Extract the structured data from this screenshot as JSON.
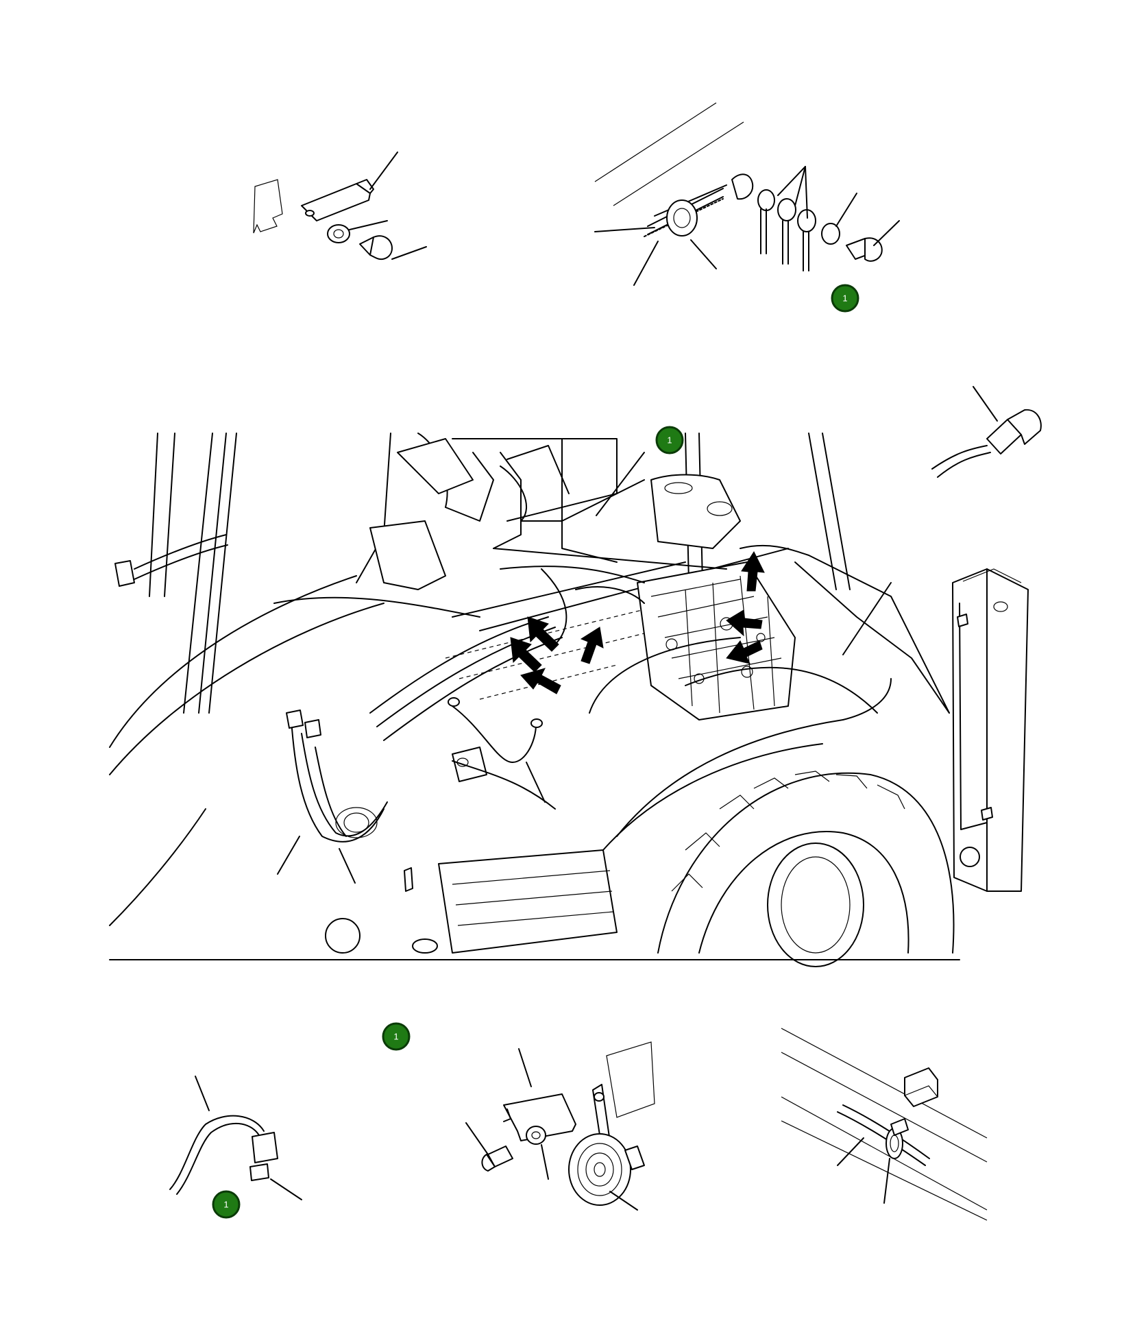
{
  "callout_badges": [
    {
      "id": "badge-a",
      "label": "1"
    },
    {
      "id": "badge-b",
      "label": "1"
    },
    {
      "id": "badge-c",
      "label": "1"
    },
    {
      "id": "badge-d",
      "label": "1"
    }
  ],
  "colors": {
    "badge_fill": "#1f7a14",
    "line": "#000000",
    "background": "#ffffff"
  }
}
